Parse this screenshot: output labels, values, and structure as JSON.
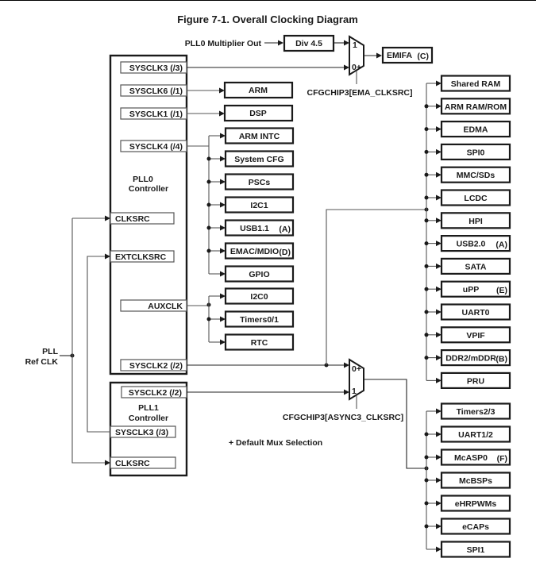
{
  "figure": {
    "title": "Figure 7-1. Overall Clocking Diagram",
    "footnote": "+  Default Mux Selection"
  },
  "pll_ref": {
    "line1": "PLL",
    "line2": "Ref CLK"
  },
  "pll0": {
    "name_line1": "PLL0",
    "name_line2": "Controller",
    "ports": {
      "sysclk3": "SYSCLK3 (/3)",
      "sysclk6": "SYSCLK6 (/1)",
      "sysclk1": "SYSCLK1 (/1)",
      "sysclk4": "SYSCLK4 (/4)",
      "clksrc": "CLKSRC",
      "extclksrc": "EXTCLKSRC",
      "auxclk": "AUXCLK",
      "sysclk2": "SYSCLK2 (/2)"
    }
  },
  "pll1": {
    "name_line1": "PLL1",
    "name_line2": "Controller",
    "ports": {
      "sysclk2": "SYSCLK2 (/2)",
      "sysclk3": "SYSCLK3 (/3)",
      "clksrc": "CLKSRC"
    }
  },
  "emifa_path": {
    "source_label": "PLL0 Multiplier Out",
    "divider": "Div 4.5",
    "mux_in1": "1",
    "mux_in0": "0+",
    "mux_select": "CFGCHIP3[EMA_CLKSRC]",
    "target": "EMIFA",
    "target_note": "(C)"
  },
  "async3_mux": {
    "in0": "0+",
    "in1": "1",
    "select": "CFGCHIP3[ASYNC3_CLKSRC]"
  },
  "direct_targets": {
    "arm": "ARM",
    "dsp": "DSP"
  },
  "sysclk4_group": [
    {
      "label": "ARM INTC",
      "note": ""
    },
    {
      "label": "System CFG",
      "note": ""
    },
    {
      "label": "PSCs",
      "note": ""
    },
    {
      "label": "I2C1",
      "note": ""
    },
    {
      "label": "USB1.1",
      "note": "(A)"
    },
    {
      "label": "EMAC/MDIO",
      "note": "(D)"
    },
    {
      "label": "GPIO",
      "note": ""
    }
  ],
  "auxclk_group": [
    {
      "label": "I2C0",
      "note": ""
    },
    {
      "label": "Timers0/1",
      "note": ""
    },
    {
      "label": "RTC",
      "note": ""
    }
  ],
  "sysclk2_group": [
    {
      "label": "Shared RAM",
      "note": ""
    },
    {
      "label": "ARM RAM/ROM",
      "note": ""
    },
    {
      "label": "EDMA",
      "note": ""
    },
    {
      "label": "SPI0",
      "note": ""
    },
    {
      "label": "MMC/SDs",
      "note": ""
    },
    {
      "label": "LCDC",
      "note": ""
    },
    {
      "label": "HPI",
      "note": ""
    },
    {
      "label": "USB2.0",
      "note": "(A)"
    },
    {
      "label": "SATA",
      "note": ""
    },
    {
      "label": "uPP",
      "note": "(E)"
    },
    {
      "label": "UART0",
      "note": ""
    },
    {
      "label": "VPIF",
      "note": ""
    },
    {
      "label": "DDR2/mDDR",
      "note": "(B)"
    },
    {
      "label": "PRU",
      "note": ""
    }
  ],
  "async3_group": [
    {
      "label": "Timers2/3",
      "note": ""
    },
    {
      "label": "UART1/2",
      "note": ""
    },
    {
      "label": "McASP0",
      "note": "(F)"
    },
    {
      "label": "McBSPs",
      "note": ""
    },
    {
      "label": "eHRPWMs",
      "note": ""
    },
    {
      "label": "eCAPs",
      "note": ""
    },
    {
      "label": "SPI1",
      "note": ""
    }
  ]
}
